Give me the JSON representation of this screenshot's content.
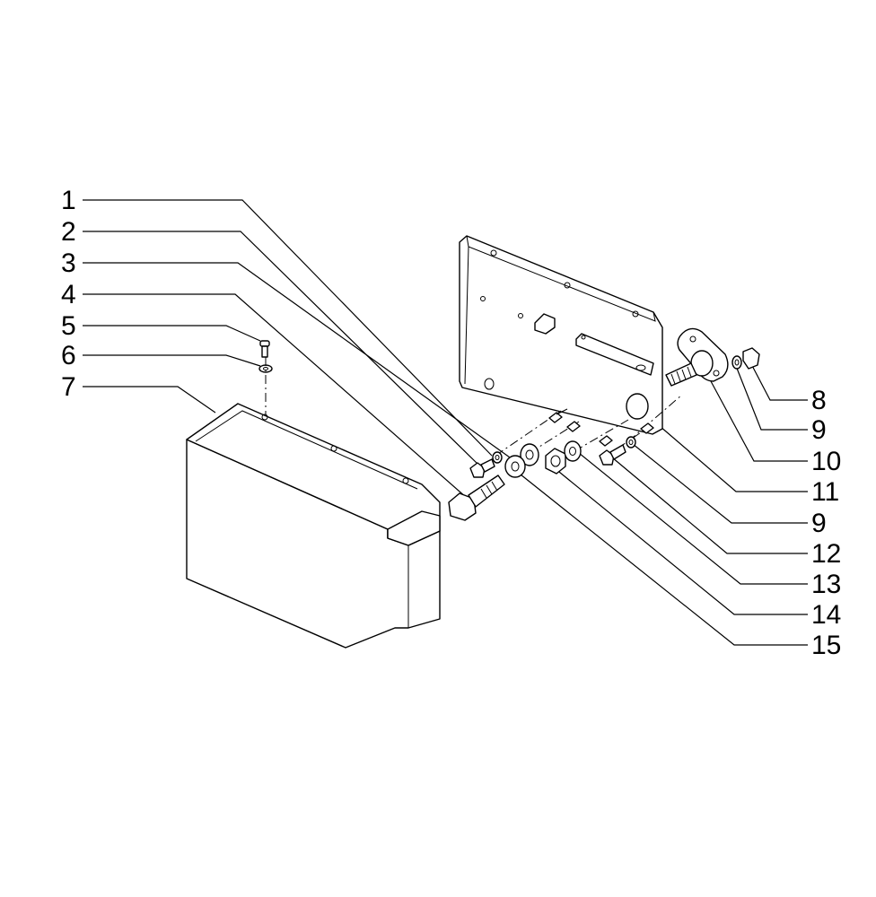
{
  "diagram": {
    "type": "exploded-parts-view",
    "callouts_left": [
      {
        "id": "c1",
        "label": "1"
      },
      {
        "id": "c2",
        "label": "2"
      },
      {
        "id": "c3",
        "label": "3"
      },
      {
        "id": "c4",
        "label": "4"
      },
      {
        "id": "c5",
        "label": "5"
      },
      {
        "id": "c6",
        "label": "6"
      },
      {
        "id": "c7",
        "label": "7"
      }
    ],
    "callouts_right": [
      {
        "id": "c8",
        "label": "8"
      },
      {
        "id": "c9a",
        "label": "9"
      },
      {
        "id": "c10",
        "label": "10"
      },
      {
        "id": "c11",
        "label": "11"
      },
      {
        "id": "c9b",
        "label": "9"
      },
      {
        "id": "c12",
        "label": "12"
      },
      {
        "id": "c13",
        "label": "13"
      },
      {
        "id": "c14",
        "label": "14"
      },
      {
        "id": "c15",
        "label": "15"
      }
    ],
    "line_color": "#000000",
    "background": "#ffffff"
  }
}
